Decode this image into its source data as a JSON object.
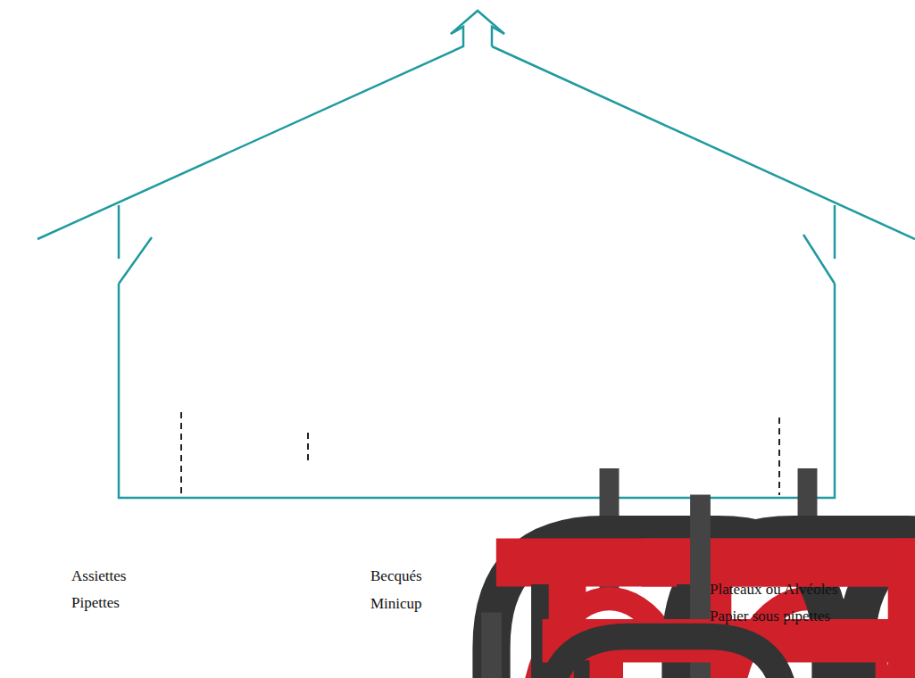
{
  "diagram": {
    "legend": [
      {
        "text": "Assiettes"
      },
      {
        "text": "Becqués"
      },
      {
        "text": "Plateaux ou Alvéoles"
      },
      {
        "text": "Pipettes"
      },
      {
        "text": "Minicup"
      },
      {
        "text": "Papier sous pipettes"
      }
    ]
  }
}
